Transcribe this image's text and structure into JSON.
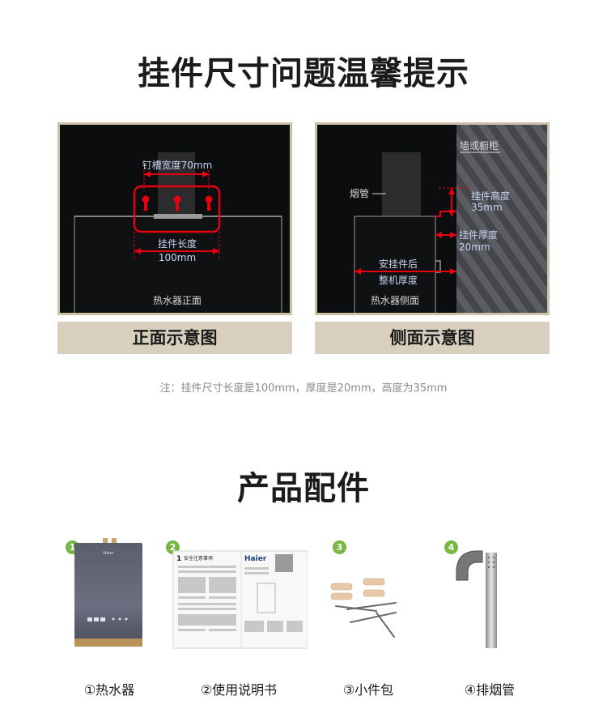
{
  "section1": {
    "title": "挂件尺寸问题温馨提示",
    "front": {
      "slot_width_label": "钉槽宽度70mm",
      "hanger_length_label": "挂件长度",
      "hanger_length_value": "100mm",
      "heater_label": "热水器正面",
      "caption": "正面示意图"
    },
    "side": {
      "wall_label": "墙或橱柜",
      "flue_label": "烟管",
      "hanger_height_label": "挂件高度",
      "hanger_height_value": "35mm",
      "hanger_thickness_label": "挂件厚度",
      "hanger_thickness_value": "20mm",
      "total_thickness_line1": "安挂件后",
      "total_thickness_line2": "整机厚度",
      "heater_label": "热水器侧面",
      "caption": "侧面示意图"
    },
    "note": "注：挂件尺寸长度是100mm，厚度是20mm，高度为35mm"
  },
  "section2": {
    "title": "产品配件",
    "items": [
      {
        "badge": "1",
        "label": "①热水器"
      },
      {
        "badge": "2",
        "label": "②使用说明书"
      },
      {
        "badge": "3",
        "label": "③小件包"
      },
      {
        "badge": "4",
        "label": "④排烟管"
      }
    ],
    "manual": {
      "brand": "Haier",
      "heading": "安全注意事项",
      "page_num": "1"
    }
  },
  "colors": {
    "accent_red": "#e60012",
    "caption_beige": "#d9cfbd",
    "frame_beige": "#cbbfa8",
    "badge_green": "#76b742",
    "dim_text": "#c7d3f0"
  }
}
